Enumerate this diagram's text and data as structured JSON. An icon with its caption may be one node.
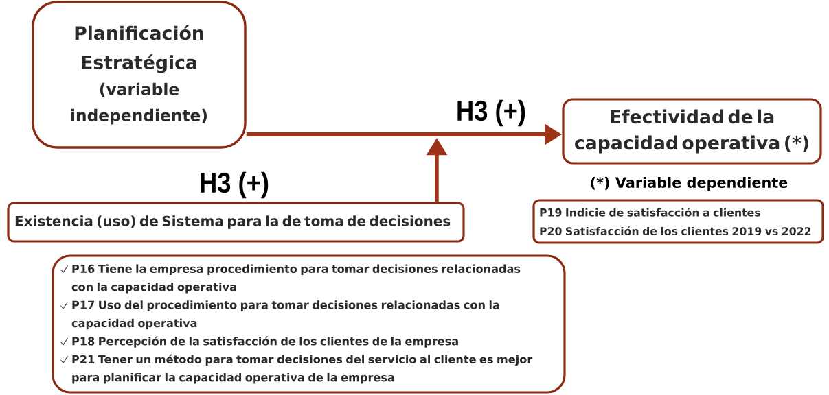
{
  "diagram": {
    "nodes": [
      {
        "text": [
          "Planificación Estratégica",
          "(variable independiente)"
        ]
      },
      {
        "text": [
          "Efectividad de la capacidad operativa (*)"
        ]
      },
      {
        "text": [
          "Existencia (uso) de Sistema para la de toma de decisiones"
        ]
      },
      {
        "text": [
          "P16 Tiene la empresa procedimiento para tomar decisiones relacionadas con la capacidad operativa",
          "P17 Uso del procedimiento para tomar decisiones relacionadas con la capacidad operativa",
          "P18 Percepción de la satisfacción de los clientes de la empresa",
          "P21 Tener un método para tomar decisiones del servicio al cliente es mejor para planificar la capacidad operativa de la empresa"
        ]
      },
      {
        "text": [
          "P19 Indicie de satisfacción a clientes",
          "P20 Satisfacción de los clientes 2019 vs 2022"
        ]
      }
    ],
    "edges": [
      {
        "from": 0,
        "to": 1,
        "arrow": "to",
        "label": "H3 (+)"
      },
      {
        "from": 2,
        "to": null,
        "arrow": "to"
      }
    ],
    "labels": [
      "H3 (+)",
      "(*) Variable dependiente"
    ]
  }
}
